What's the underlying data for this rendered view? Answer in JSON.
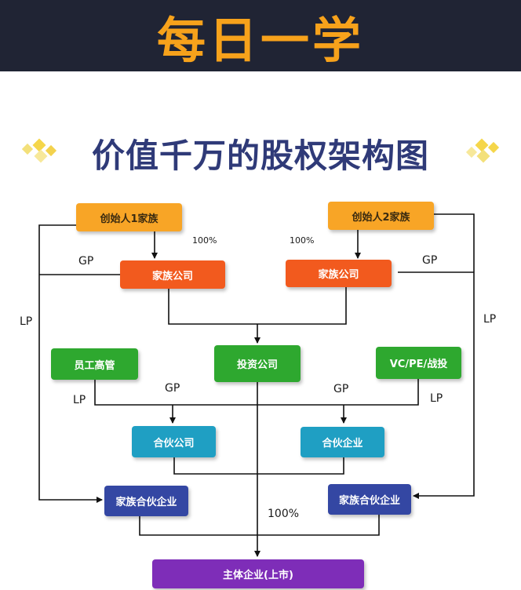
{
  "header": {
    "title": "每日一学"
  },
  "diagram": {
    "title": "价值千万的股权架构图",
    "nodes": {
      "founder1_family": "创始人1家族",
      "founder2_family": "创始人2家族",
      "family_company_left": "家族公司",
      "family_company_right": "家族公司",
      "investment_company": "投资公司",
      "employee_executives": "员工高管",
      "vc_pe_strategic": "VC/PE/战投",
      "partnership_company": "合伙公司",
      "partnership_enterprise": "合伙企业",
      "family_partnership_left": "家族合伙企业",
      "family_partnership_right": "家族合伙企业",
      "main_entity": "主体企业(上市)"
    },
    "edge_labels": {
      "pct_left": "100%",
      "pct_right": "100%",
      "gp_left": "GP",
      "gp_right": "GP",
      "lp_left": "LP",
      "lp_right": "LP",
      "gp_mid_left": "GP",
      "gp_mid_right": "GP",
      "lp_mid_left": "LP",
      "lp_mid_right": "LP",
      "pct_bottom": "100%"
    },
    "colors": {
      "founder": "#f8a526",
      "family_company": "#f25a1e",
      "green": "#2ea82f",
      "partnership": "#1f9fc3",
      "family_partnership": "#3447a3",
      "main_entity": "#7e2db8",
      "title": "#2f3a78",
      "header_bg": "#202434",
      "header_text": "#f7a21b"
    }
  }
}
